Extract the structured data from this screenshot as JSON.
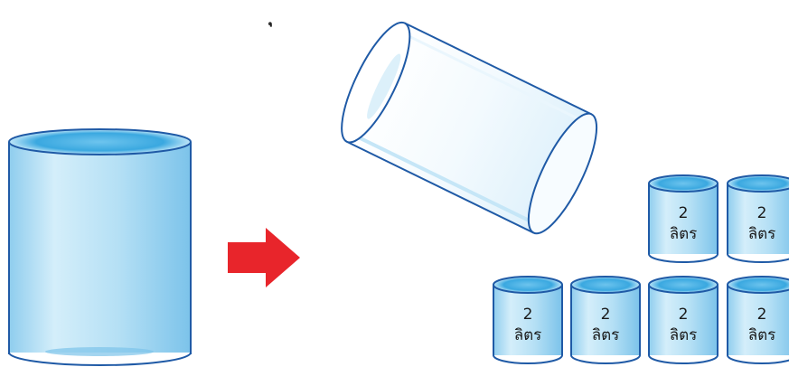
{
  "top_mark": "ุ",
  "cans": [
    {
      "number": "2",
      "unit": "ลิตร"
    },
    {
      "number": "2",
      "unit": "ลิตร"
    },
    {
      "number": "2",
      "unit": "ลิตร"
    },
    {
      "number": "2",
      "unit": "ลิตร"
    },
    {
      "number": "2",
      "unit": "ลิตร"
    },
    {
      "number": "2",
      "unit": "ลิตร"
    }
  ],
  "colors": {
    "outline": "#1f5aa6",
    "water_light": "#d6f0fb",
    "water_mid": "#9fd5f1",
    "water_top": "#4fb6e6",
    "arrow": "#e8252b"
  }
}
